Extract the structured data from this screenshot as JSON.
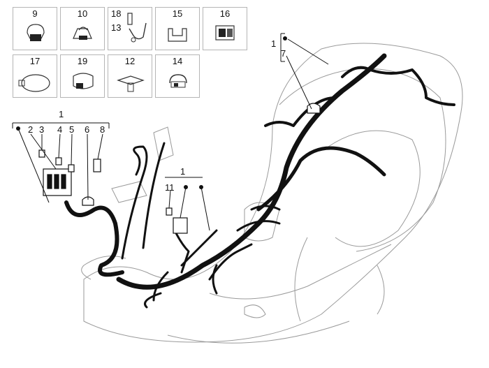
{
  "parts_grid": [
    {
      "id": "9"
    },
    {
      "id": "10"
    },
    {
      "id": "18",
      "id2": "13"
    },
    {
      "id": "15"
    },
    {
      "id": "16"
    },
    {
      "id": "17"
    },
    {
      "id": "19"
    },
    {
      "id": "12"
    },
    {
      "id": "14"
    }
  ],
  "callouts": {
    "right_group_head": "1",
    "right_group_item": "7",
    "left_group_head": "1",
    "left_items": [
      "2",
      "3",
      "4",
      "5",
      "6",
      "8"
    ],
    "center_group_head": "1",
    "center_item": "11"
  },
  "colors": {
    "harness": "#111111",
    "body_line": "#9a9a9a",
    "grid_border": "#b5b5b5"
  }
}
